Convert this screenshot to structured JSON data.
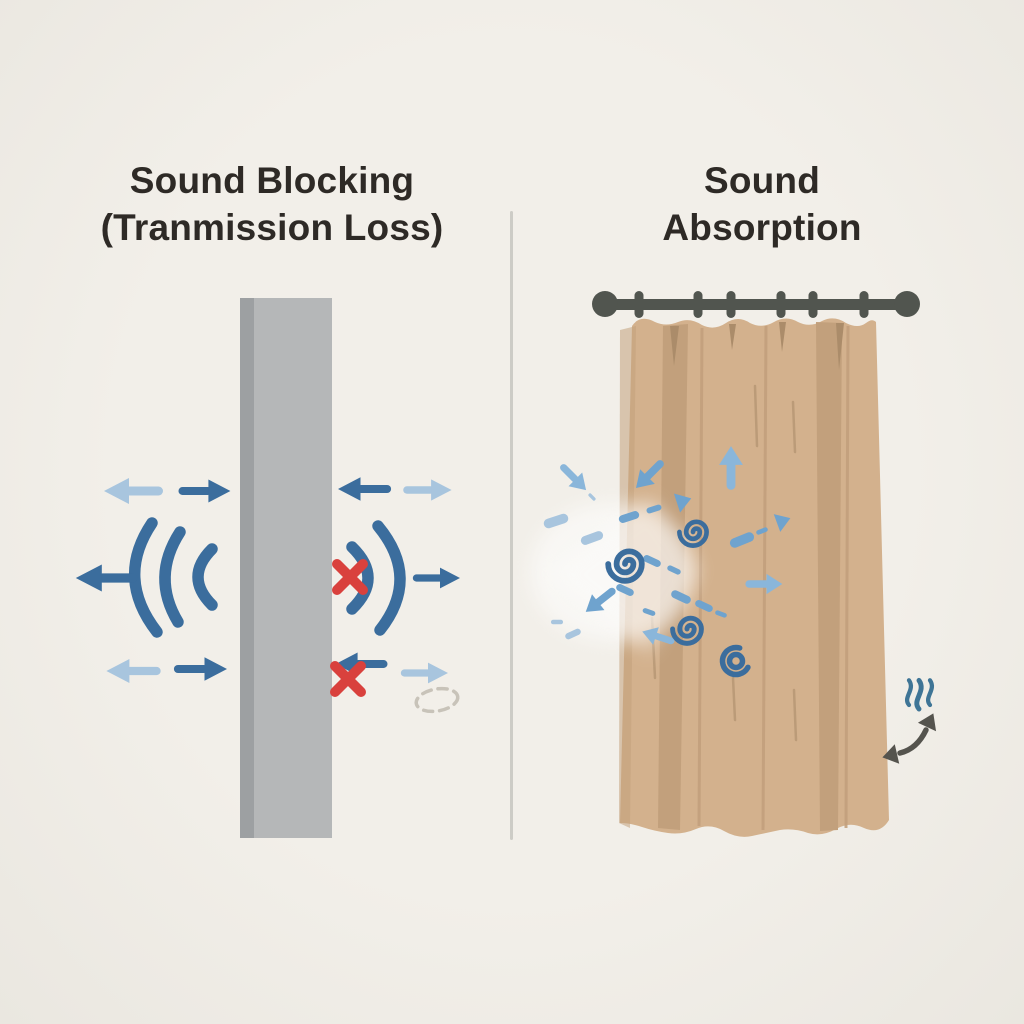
{
  "diagram": {
    "left_panel": {
      "title_line1": "Sound Blocking",
      "title_line2": "(Tranmission Loss)"
    },
    "right_panel": {
      "title_line1": "Sound",
      "title_line2": "Absorption"
    }
  },
  "icons": {
    "wall-icon": "solid gray vertical slab (barrier)",
    "incident-sound-wave-icon": "three blue arcs ((( radiating at wall",
    "transmitted-sound-wave-icon": "two blue arcs )) on far side of wall",
    "blocked-x-icon": "red X over transmitted sound",
    "direction-arrow-icon": "blue left/right reflection and transmission arrows",
    "faint-reflection-loop-icon": "light gray dashed elliptical arrow",
    "curtain-rod-icon": "dark rod with round finials and six rings",
    "curtain-icon": "tan pleated fabric panel with wavy hem",
    "absorption-spiral-icon": "blue spirals where sound is trapped in fabric",
    "scatter-dash-icon": "small blue dashes of scattered sound",
    "heat-wave-icon": "blue squiggle lines of dissipated energy",
    "energy-conversion-arrow-icon": "dark curved double-headed arrow",
    "sound-haze-icon": "soft white cone of incoming sound"
  },
  "colors": {
    "bg": "#f2efe9",
    "bg_edge": "#eae7e0",
    "ink": "#2e2a26",
    "divider": "#cdccc6",
    "wall_body": "#b5b7b8",
    "wall_edge": "#9da0a2",
    "blue_dark": "#3b6d9d",
    "blue_mid": "#6fa3ce",
    "blue_pale": "#8ab6da",
    "blue_light": "#a8c5de",
    "red": "#d9413d",
    "rod": "#51554f",
    "curtain": "#d3b18d",
    "curtain_shade": "#c2a07c",
    "curtain_deep": "#ab8c6a",
    "heat_blue": "#3f7596",
    "gray_dark": "#55544e",
    "dash_gray": "#c8c3b9"
  }
}
